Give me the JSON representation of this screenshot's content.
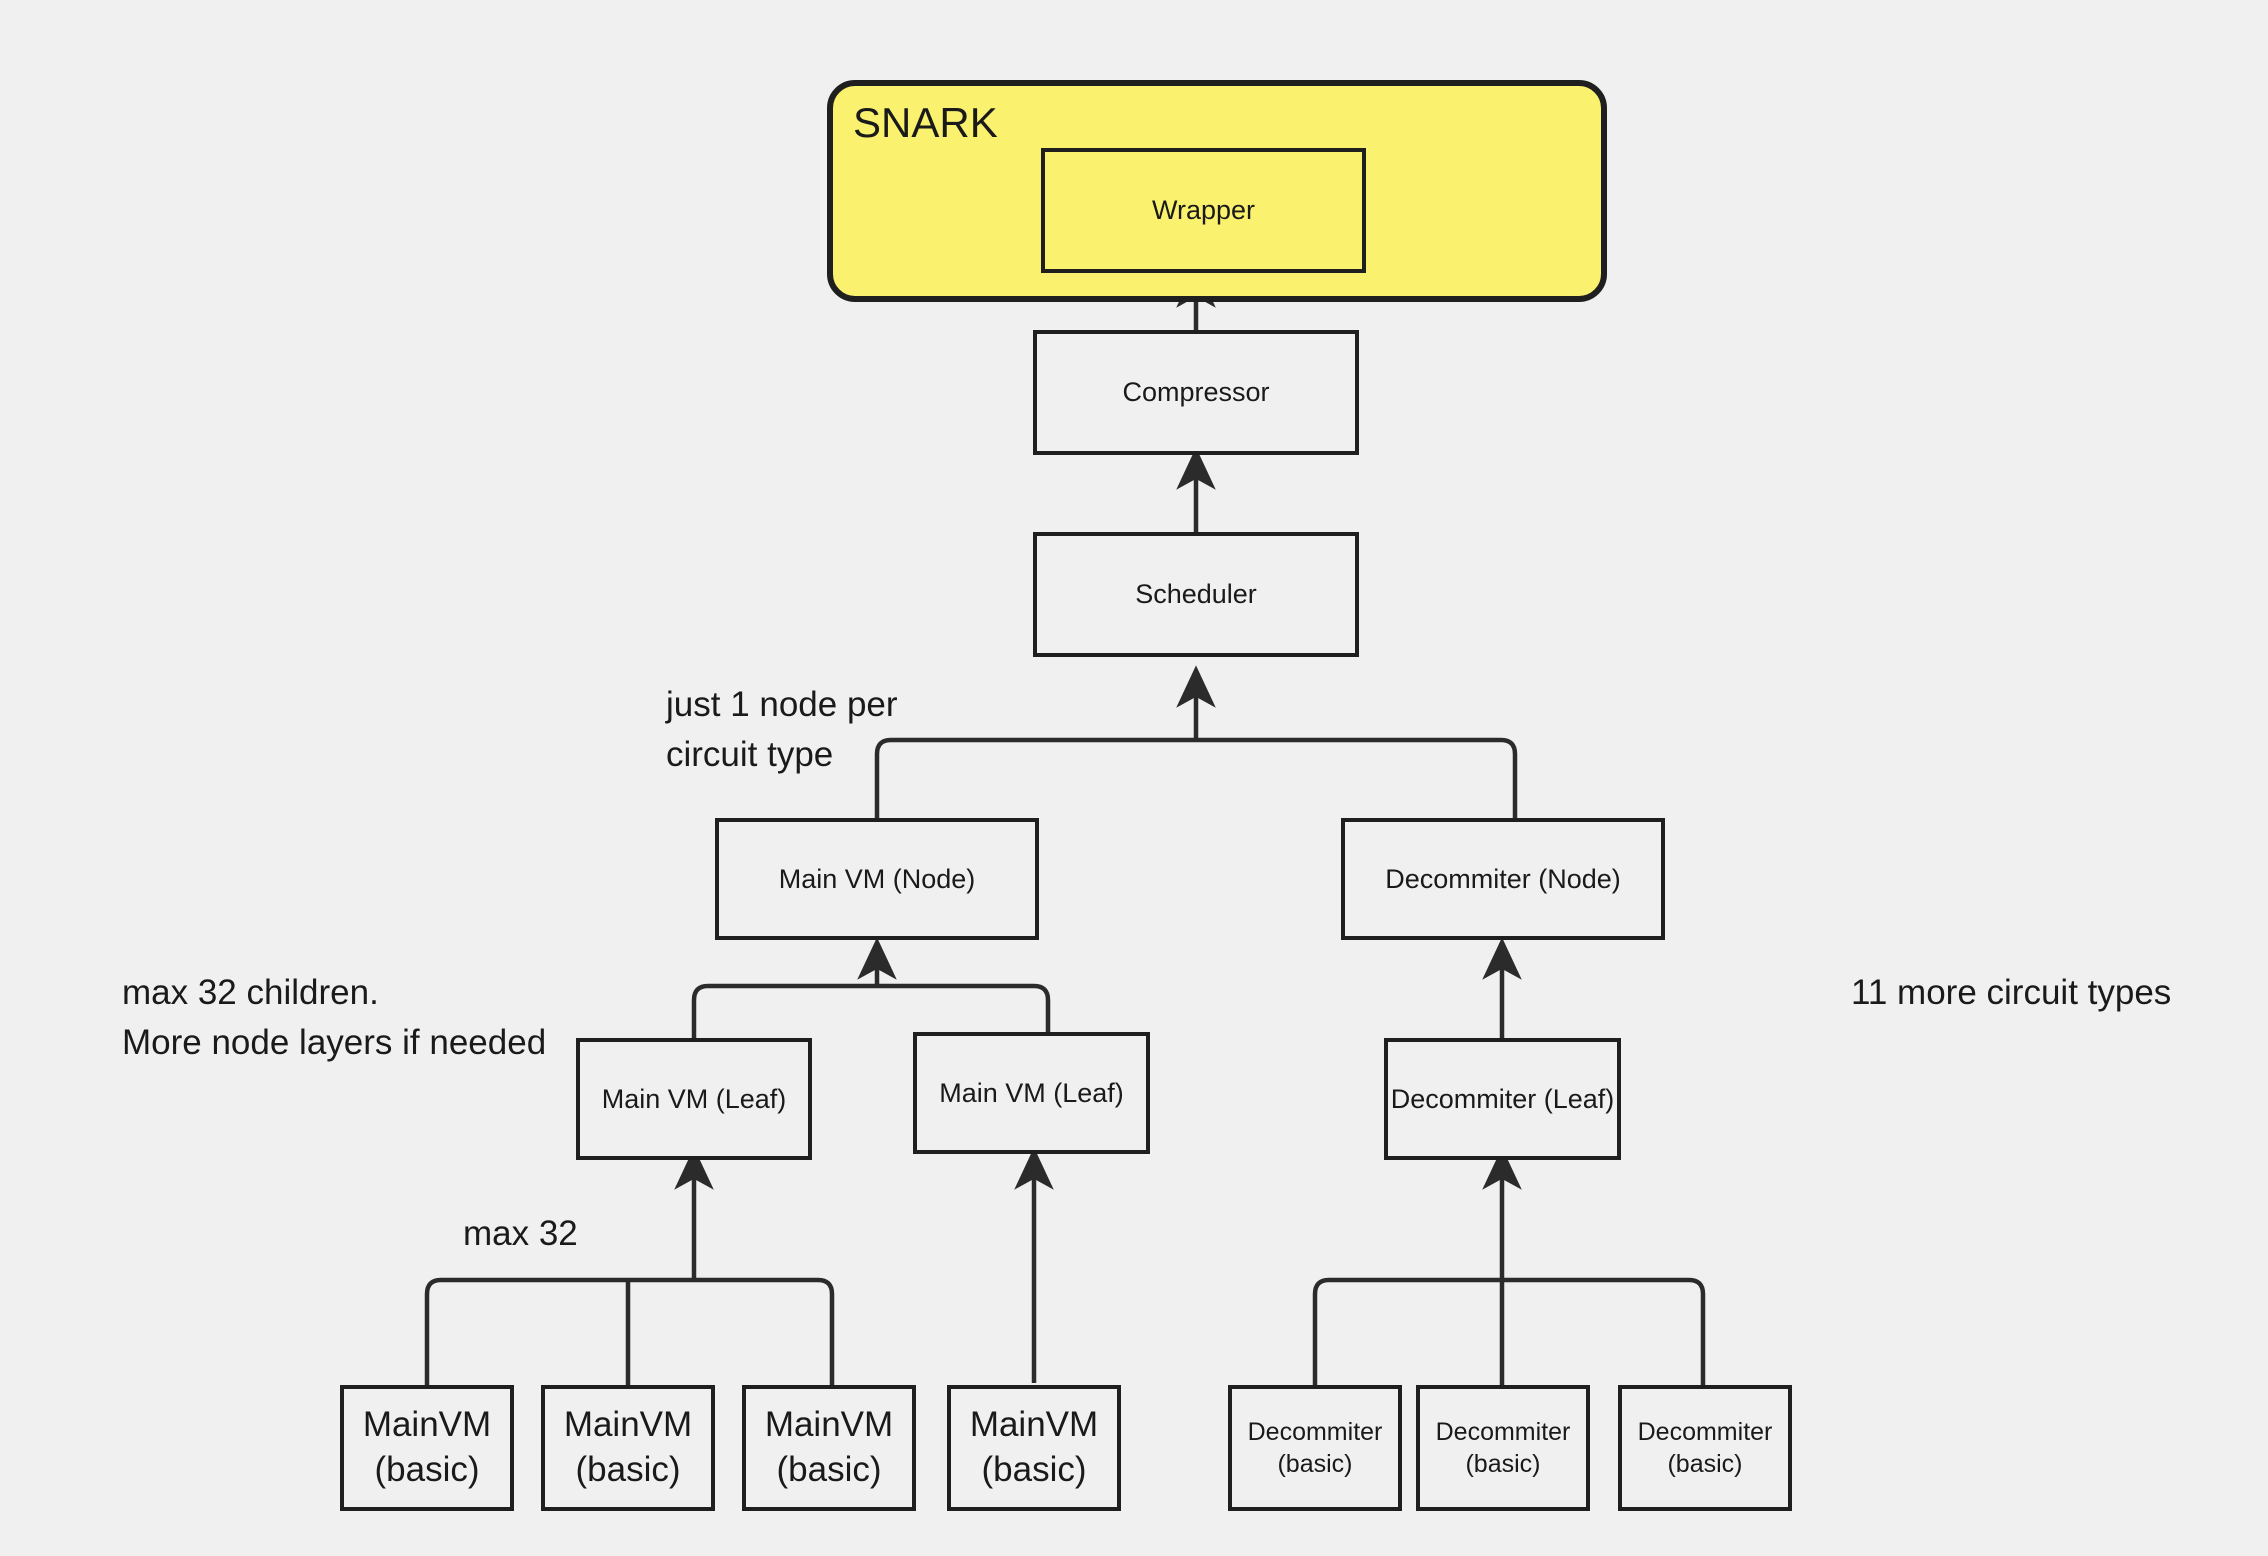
{
  "diagram": {
    "background_color": "#f0f0f0",
    "group_fill_color": "#faf16e",
    "stroke_color": "#1f1f1f",
    "group": {
      "title": "SNARK"
    },
    "nodes": {
      "wrapper": "Wrapper",
      "compressor": "Compressor",
      "scheduler": "Scheduler",
      "main_vm_node": "Main VM (Node)",
      "decommiter_node": "Decommiter (Node)",
      "main_vm_leaf_1": "Main VM (Leaf)",
      "main_vm_leaf_2": "Main VM (Leaf)",
      "decommiter_leaf": "Decommiter (Leaf)",
      "main_vm_basic_1": "MainVM\n(basic)",
      "main_vm_basic_2": "MainVM\n(basic)",
      "main_vm_basic_3": "MainVM\n(basic)",
      "main_vm_basic_4": "MainVM\n(basic)",
      "decommiter_basic_1": "Decommiter\n(basic)",
      "decommiter_basic_2": "Decommiter\n(basic)",
      "decommiter_basic_3": "Decommiter\n(basic)"
    },
    "annotations": {
      "one_node_per_type": "just 1 node per\ncircuit type",
      "max_32_children": "max 32 children.\nMore node layers if needed",
      "max_32": "max 32",
      "more_circuit_types": "11 more circuit types"
    }
  }
}
